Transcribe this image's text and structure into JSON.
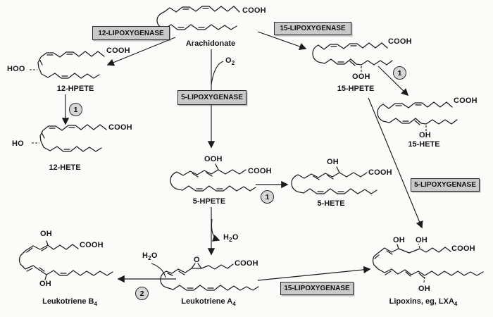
{
  "page": {
    "background": "#fbfbf9"
  },
  "colors": {
    "ink": "#1b1b1b",
    "enzyme_box_bg": "#c9c9c9",
    "circle_bg": "#d6d6d6"
  },
  "enzymes": {
    "lox12": "12-LIPOXYGENASE",
    "lox15_top": "15-LIPOXYGENASE",
    "lox5_center": "5-LIPOXYGENASE",
    "lox5_right": "5-LIPOXYGENASE",
    "lox15_bottom": "15-LIPOXYGENASE"
  },
  "circles": {
    "one": "1",
    "two": "2"
  },
  "cofactors": {
    "o2": {
      "base": "O",
      "sub": "2"
    },
    "h2o": {
      "base": "H",
      "sub": "2",
      "tail": "O"
    }
  },
  "molecules": {
    "arachidonate": {
      "name": "Arachidonate",
      "cooh": "COOH"
    },
    "hpete12": {
      "name": "12-HPETE",
      "cooh": "COOH",
      "peroxy": "HOO"
    },
    "hete12": {
      "name": "12-HETE",
      "cooh": "COOH",
      "hydroxy": "HO"
    },
    "hpete15": {
      "name": "15-HPETE",
      "cooh": "COOH",
      "peroxy": "OOH"
    },
    "hete15": {
      "name": "15-HETE",
      "cooh": "COOH",
      "hydroxy": "OH"
    },
    "hpete5": {
      "name": "5-HPETE",
      "cooh": "COOH",
      "peroxy": "OOH"
    },
    "hete5": {
      "name": "5-HETE",
      "cooh": "COOH",
      "hydroxy": "OH"
    },
    "lta4": {
      "name": "Leukotriene A",
      "name_sub": "4",
      "cooh": "COOH",
      "epoxide": "O"
    },
    "ltb4": {
      "name": "Leukotriene B",
      "name_sub": "4",
      "cooh": "COOH",
      "oh_top": "OH",
      "oh_bottom": "OH"
    },
    "lipoxins": {
      "name": "Lipoxins, eg, LXA",
      "name_sub": "4",
      "cooh": "COOH",
      "oh_left": "OH",
      "oh_right": "OH",
      "oh_bottom": "OH"
    }
  }
}
